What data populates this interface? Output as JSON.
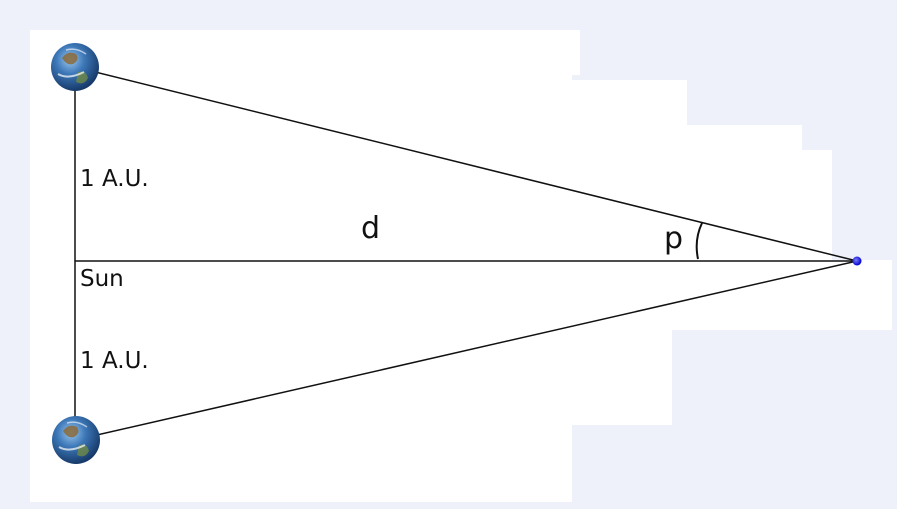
{
  "labels": {
    "upper_distance": "1 A.U.",
    "lower_distance": "1 A.U.",
    "center": "Sun",
    "distance": "d",
    "parallax_angle": "p"
  },
  "icons": {
    "upper_body": "earth-globe-icon",
    "lower_body": "earth-globe-icon",
    "target_star": "star-point-icon"
  },
  "colors": {
    "line": "#111111",
    "star": "#1a1aff",
    "background": "#eef0fa",
    "panel": "#ffffff"
  }
}
